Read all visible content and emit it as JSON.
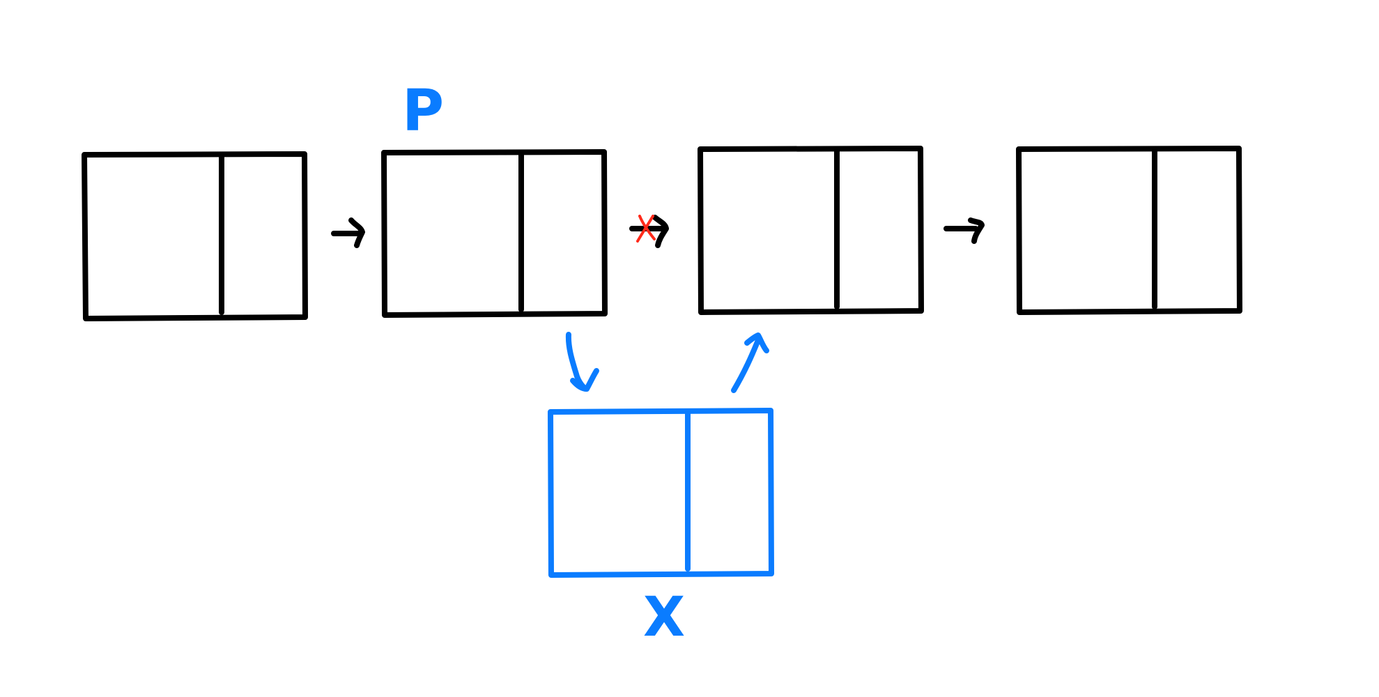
{
  "colors": {
    "background": "#ffffff",
    "node_stroke": "#000000",
    "new_node_stroke": "#0a7cff",
    "removed_link": "#ff2a1a"
  },
  "labels": {
    "pointer_p": "P",
    "new_node_x": "X"
  },
  "list": {
    "existing_node_count": 4,
    "node_parts": [
      "data",
      "next"
    ],
    "links": [
      {
        "from": "node-1",
        "to": "node-2",
        "status": "kept"
      },
      {
        "from": "node-2",
        "to": "node-3",
        "status": "removed"
      },
      {
        "from": "node-3",
        "to": "node-4",
        "status": "kept"
      }
    ],
    "inserted": {
      "node": "X",
      "after": "P",
      "links": [
        {
          "from": "node-2",
          "to": "X"
        },
        {
          "from": "X",
          "to": "node-3"
        }
      ]
    }
  }
}
